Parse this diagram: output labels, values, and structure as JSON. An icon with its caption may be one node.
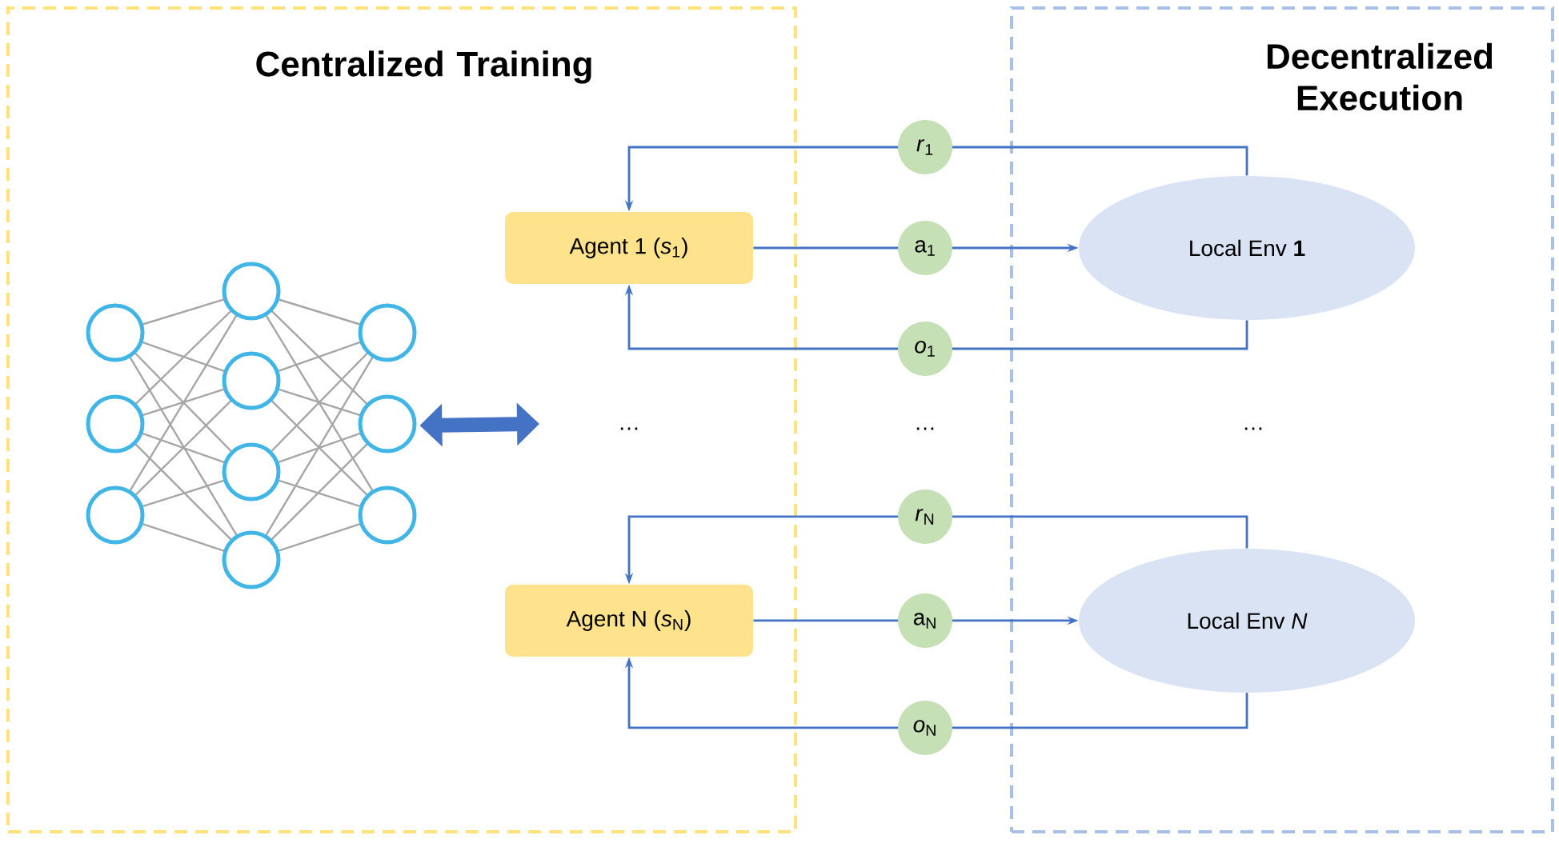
{
  "diagram": {
    "nodes": [
      {
        "text": [
          "Centralized Training"
        ]
      },
      {
        "text": [
          "Decentralized Execution"
        ]
      },
      {
        "text": [],
        "shape": "picture",
        "in": 0
      },
      {
        "text": [
          "Agent 1 (*s*$_{1}$)"
        ],
        "in": 0
      },
      {
        "text": [
          "Agent N (*s*$_{N}$)"
        ],
        "in": 0
      },
      {
        "text": [
          "Local Env **1**"
        ],
        "in": 1
      },
      {
        "text": [
          "Local Env *N*"
        ],
        "in": 1
      }
    ],
    "edges": [
      {
        "from": 5,
        "to": 3,
        "arrow": "to",
        "label": "*r*$_{1}$"
      },
      {
        "from": 3,
        "to": 5,
        "arrow": "to",
        "label": "a$_{1}$"
      },
      {
        "from": 5,
        "to": 3,
        "arrow": "to",
        "label": "*o*$_{1}$"
      },
      {
        "from": 6,
        "to": 4,
        "arrow": "to",
        "label": "*r*$_{N}$"
      },
      {
        "from": 4,
        "to": 6,
        "arrow": "to",
        "label": "a$_{N}$"
      },
      {
        "from": 6,
        "to": 4,
        "arrow": "to",
        "label": "*o*$_{N}$"
      },
      {
        "from": 2,
        "to": null,
        "arrow": "both",
        "style": "thick"
      }
    ],
    "labels": [
      "…",
      "…",
      "…"
    ]
  }
}
